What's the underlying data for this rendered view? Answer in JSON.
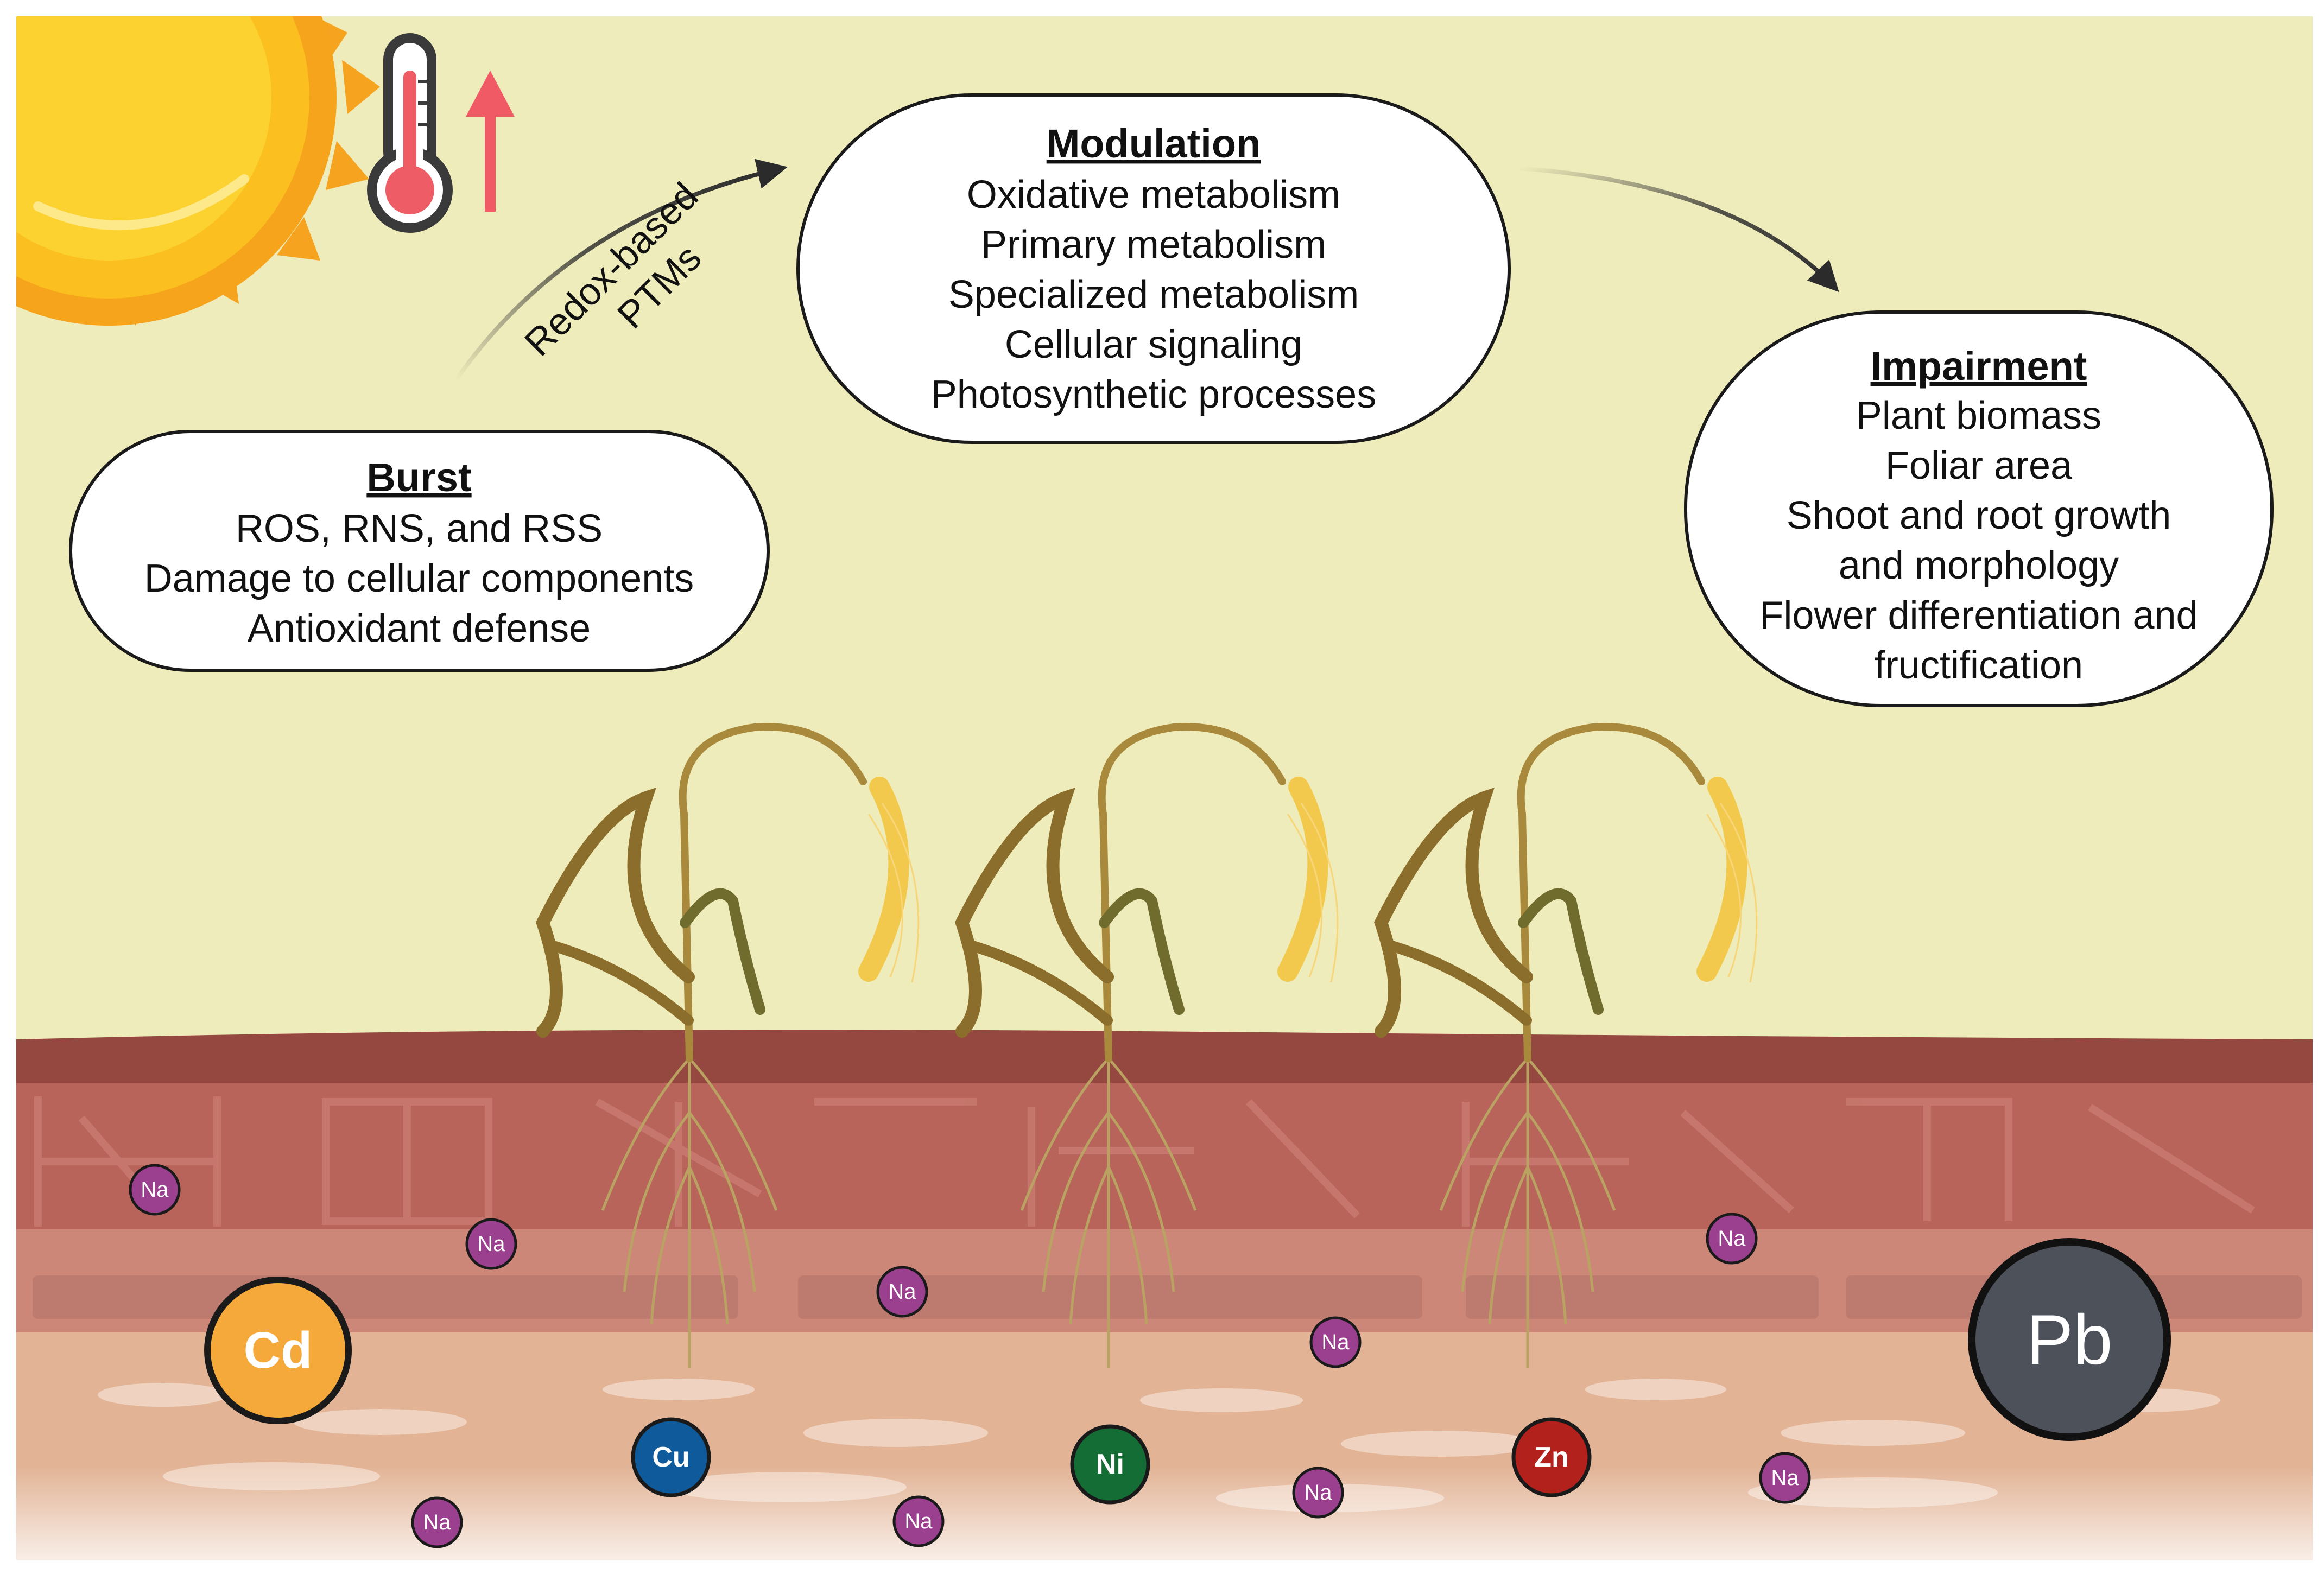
{
  "colors": {
    "sky": "#efecbb",
    "soil_top": "#9c5148",
    "soil_mid": "#c47a6e",
    "soil_low": "#dfb69b",
    "na": "#9b3f8f",
    "cd": "#f6a93b",
    "cu": "#0f5a9a",
    "ni": "#136d35",
    "zn": "#b2211c",
    "pb": "#4d5159",
    "plant_stem": "#b59a4c",
    "plant_leaf": "#8a7a3c",
    "grain": "#f2c94c",
    "arrow": "#2b2b2b",
    "heat_arrow": "#f05a64"
  },
  "icons": {
    "sun": "sun-icon",
    "thermometer": "thermometer-icon",
    "temperature_rise": "arrow-up-icon"
  },
  "burst": {
    "title": "Burst",
    "lines": [
      "ROS, RNS, and RSS",
      "Damage to cellular components",
      "Antioxidant defense"
    ]
  },
  "transition_label": {
    "line1": "Redox-based",
    "line2": "PTMs"
  },
  "modulation": {
    "title": "Modulation",
    "lines": [
      "Oxidative metabolism",
      "Primary metabolism",
      "Specialized metabolism",
      "Cellular signaling",
      "Photosynthetic processes"
    ]
  },
  "impairment": {
    "title": "Impairment",
    "lines": [
      "Plant biomass",
      "Foliar area",
      "Shoot and root growth",
      "and morphology",
      "Flower differentiation and",
      "fructification"
    ]
  },
  "ions": {
    "na": "Na",
    "cd": "Cd",
    "cu": "Cu",
    "ni": "Ni",
    "zn": "Zn",
    "pb": "Pb"
  }
}
